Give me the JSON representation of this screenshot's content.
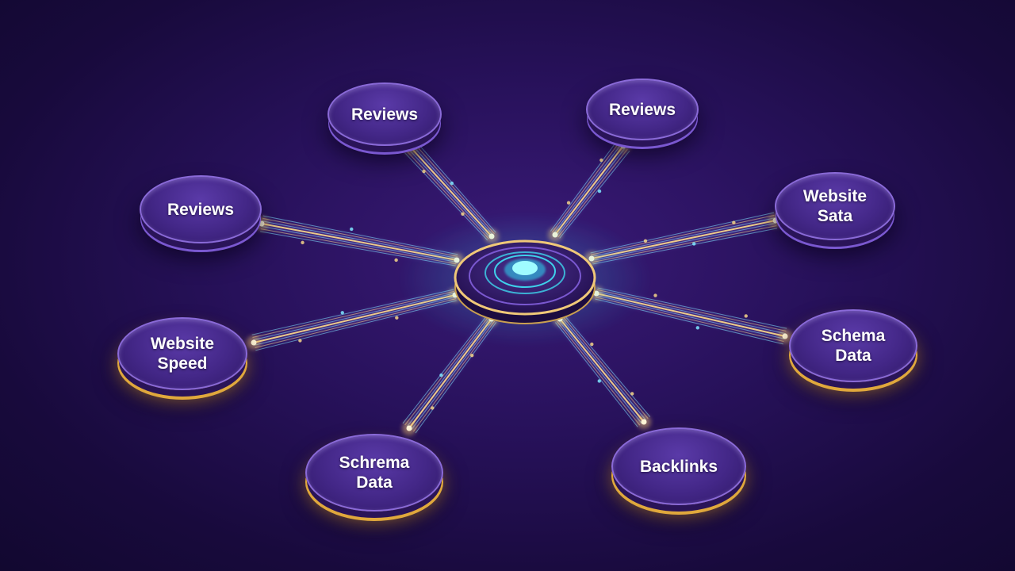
{
  "hub": {
    "icon": "target-rings-icon",
    "color": "#3ef0ff"
  },
  "colors": {
    "beam": "#f5d58a",
    "beam_alt": "#7fe6ff",
    "glow": "#ffcf70"
  },
  "nodes": [
    {
      "id": "reviews-top-left",
      "label": "Reviews"
    },
    {
      "id": "reviews-top-right",
      "label": "Reviews"
    },
    {
      "id": "reviews-left",
      "label": "Reviews"
    },
    {
      "id": "website-sata",
      "label": "Website\nSata"
    },
    {
      "id": "website-speed",
      "label": "Website\nSpeed"
    },
    {
      "id": "schema-data",
      "label": "Schema\nData"
    },
    {
      "id": "schrema-data",
      "label": "Schrema\nData"
    },
    {
      "id": "backlinks",
      "label": "Backlinks"
    }
  ]
}
